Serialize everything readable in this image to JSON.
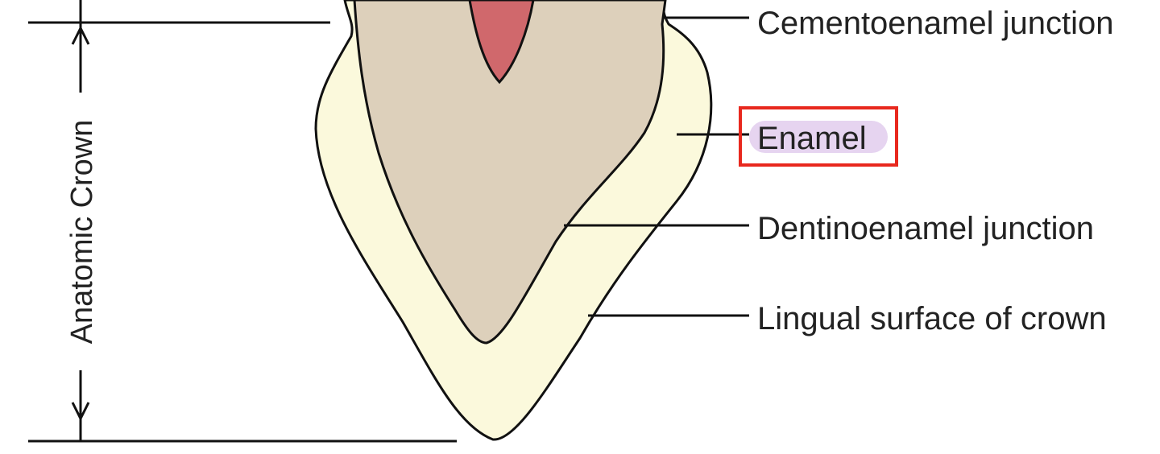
{
  "labels": {
    "cej": "Cementoenamel junction",
    "enamel": "Enamel",
    "dej": "Dentinoenamel junction",
    "lingual": "Lingual surface of crown",
    "crown": "Anatomic Crown"
  },
  "highlight": {
    "target": "Enamel",
    "box_color": "#e8281e",
    "highlight_color": "#e6d4f0"
  },
  "colors": {
    "enamel": "#fbf9dc",
    "dentin": "#ddd0bb",
    "pulp": "#d0686c",
    "outline": "#111111"
  }
}
